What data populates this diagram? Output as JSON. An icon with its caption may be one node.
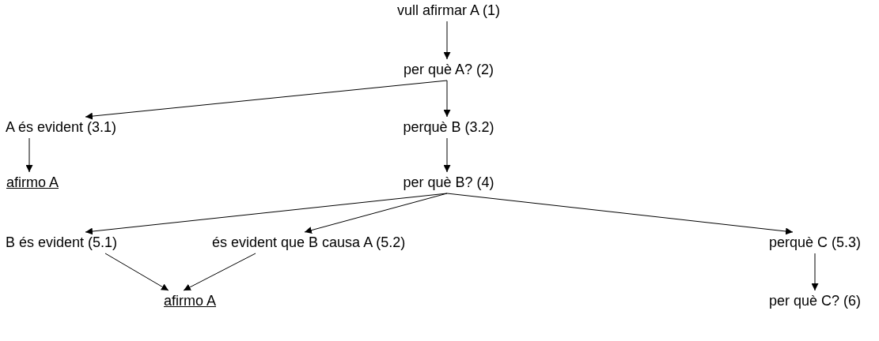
{
  "diagram": {
    "nodes": [
      {
        "text": [
          "vull afirmar A (1)"
        ]
      },
      {
        "text": [
          "per què A? (2)"
        ]
      },
      {
        "text": [
          "A és evident (3.1)"
        ]
      },
      {
        "text": [
          "perquè B (3.2)"
        ]
      },
      {
        "text": [
          "afirmo A"
        ]
      },
      {
        "text": [
          "per què B? (4)"
        ]
      },
      {
        "text": [
          "B és evident (5.1)"
        ]
      },
      {
        "text": [
          "és evident que B causa A (5.2)"
        ]
      },
      {
        "text": [
          "perquè C (5.3)"
        ]
      },
      {
        "text": [
          "afirmo A"
        ]
      },
      {
        "text": [
          "per què C? (6)"
        ]
      }
    ],
    "edges": [
      {
        "from": 0,
        "to": 1,
        "arrow": "to"
      },
      {
        "from": 1,
        "to": 2,
        "arrow": "to"
      },
      {
        "from": 1,
        "to": 3,
        "arrow": "to"
      },
      {
        "from": 2,
        "to": 4,
        "arrow": "to"
      },
      {
        "from": 3,
        "to": 5,
        "arrow": "to"
      },
      {
        "from": 5,
        "to": 6,
        "arrow": "to"
      },
      {
        "from": 5,
        "to": 7,
        "arrow": "to"
      },
      {
        "from": 5,
        "to": 8,
        "arrow": "to"
      },
      {
        "from": 6,
        "to": 9,
        "arrow": "to"
      },
      {
        "from": 7,
        "to": 9,
        "arrow": "to"
      },
      {
        "from": 8,
        "to": 10,
        "arrow": "to"
      }
    ]
  }
}
